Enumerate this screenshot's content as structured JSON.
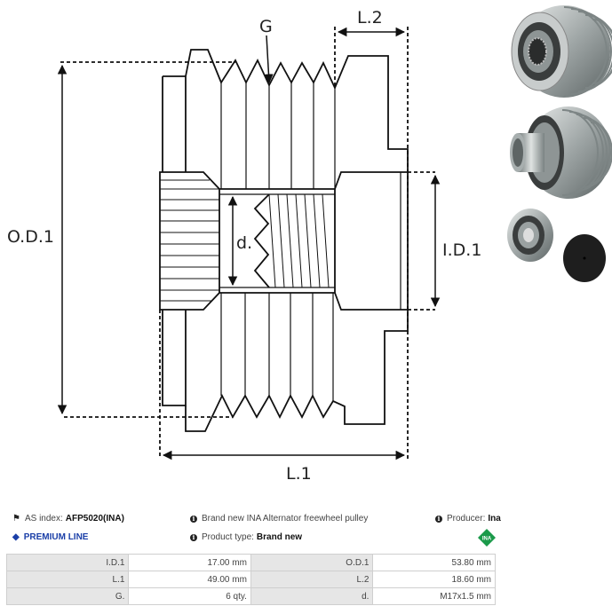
{
  "diagram": {
    "labels": {
      "groove": "G",
      "length2": "L.2",
      "outer_diameter": "O.D.1",
      "inner_diameter": "I.D.1",
      "thread_diameter": "d.",
      "length1": "L.1"
    }
  },
  "photos": [
    {
      "name": "pulley-front-view"
    },
    {
      "name": "pulley-side-view"
    },
    {
      "name": "pulley-back-view-with-cap"
    }
  ],
  "info": {
    "as_index_label": "AS index:",
    "as_index_value": "AFP5020(INA)",
    "premium_line": "PREMIUM LINE",
    "description": "Brand new INA Alternator freewheel pulley",
    "product_type_label": "Product type:",
    "product_type_value": "Brand new",
    "producer_label": "Producer:",
    "producer_value": "Ina",
    "producer_logo_text": "INA",
    "brand_color": "#1b9a4a",
    "premium_color": "#1b3fa8"
  },
  "specs": [
    {
      "k1": "I.D.1",
      "v1": "17.00 mm",
      "k2": "O.D.1",
      "v2": "53.80 mm"
    },
    {
      "k1": "L.1",
      "v1": "49.00 mm",
      "k2": "L.2",
      "v2": "18.60 mm"
    },
    {
      "k1": "G.",
      "v1": "6 qty.",
      "k2": "d.",
      "v2": "M17x1.5 mm"
    }
  ]
}
